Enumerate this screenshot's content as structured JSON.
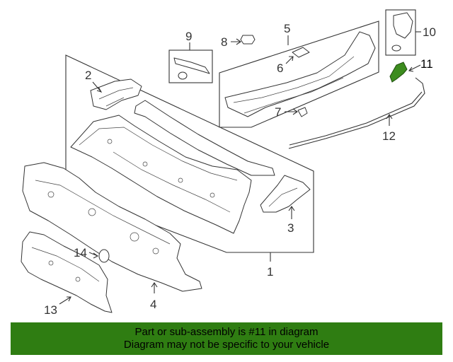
{
  "diagram": {
    "callouts": {
      "c1": "1",
      "c2": "2",
      "c3": "3",
      "c4": "4",
      "c5": "5",
      "c6": "6",
      "c7": "7",
      "c8": "8",
      "c9": "9",
      "c10": "10",
      "c11": "11",
      "c12": "12",
      "c13": "13",
      "c14": "14"
    },
    "highlighted_part": "11",
    "colors": {
      "highlight": "#3c8c1e",
      "banner": "#2f7d12",
      "line": "#333333"
    }
  },
  "banner": {
    "line1": "Part or sub-assembly is #11 in diagram",
    "line2": "Diagram may not be specific to your vehicle"
  }
}
